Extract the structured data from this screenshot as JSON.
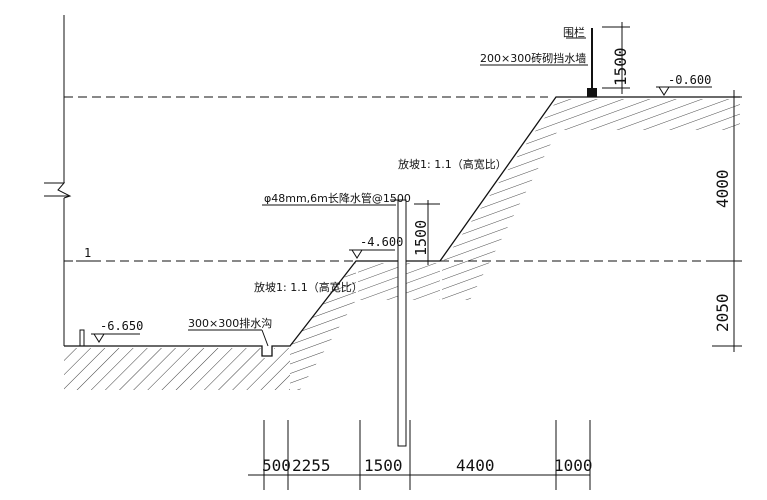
{
  "labels": {
    "fence": "围栏",
    "wall": "200×300砖砌挡水墙",
    "level_top": "-0.600",
    "slope_upper": "放坡1: 1.1（高宽比）",
    "dewater_pipe": "φ48mm,6m长降水管@1500",
    "level_mid": "-4.600",
    "slope_lower": "放坡1: 1.1（高宽比）",
    "level_bottom": "-6.650",
    "drain": "300×300排水沟",
    "dim_fence": "1500",
    "dim_pipe": "1500",
    "dim_upper": "4000",
    "dim_lower": "2050",
    "marker_one": "1"
  },
  "dims_bottom": [
    "500",
    "2255",
    "1500",
    "4400",
    "1000"
  ],
  "colors": {
    "line": "#111111",
    "background": "#ffffff"
  }
}
